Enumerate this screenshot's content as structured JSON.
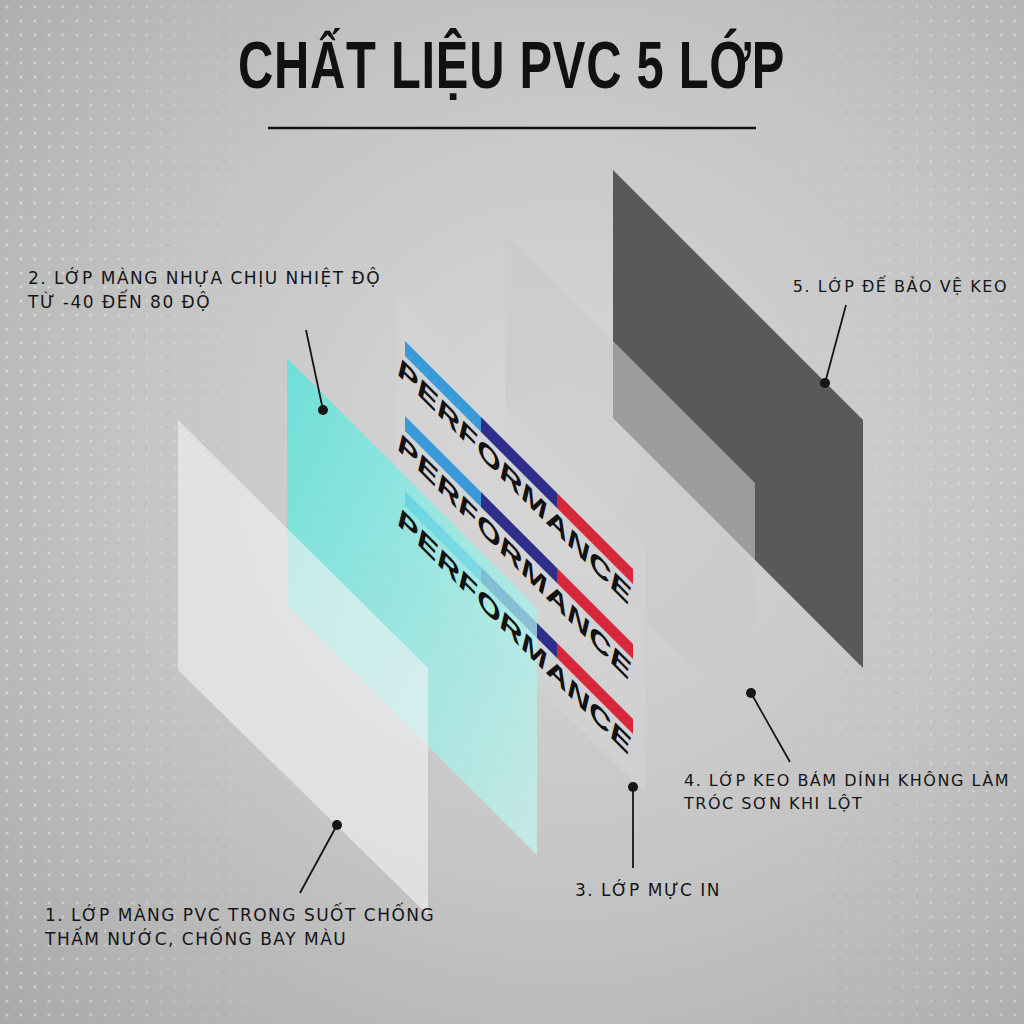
{
  "diagram": {
    "title": "CHẤT LIỆU PVC 5 LỚP",
    "labels": [
      "2. LỚP MÀNG NHỰA CHỊU NHIỆT ĐỘ TỪ -40 ĐẾN 80 ĐỘ",
      "5. LỚP ĐẾ BẢO VỆ KEO",
      "PERFORMANCE",
      "PERFORMANCE",
      "PERFORMANCE",
      "4. LỚP KEO BÁM DÍNH KHÔNG LÀM TRÓC SƠN KHI LỘT",
      "3. LỚP MỰC IN",
      "1. LỚP MÀNG PVC TRONG SUỐT CHỐNG THẤM NƯỚC, CHỐNG BAY MÀU"
    ]
  }
}
